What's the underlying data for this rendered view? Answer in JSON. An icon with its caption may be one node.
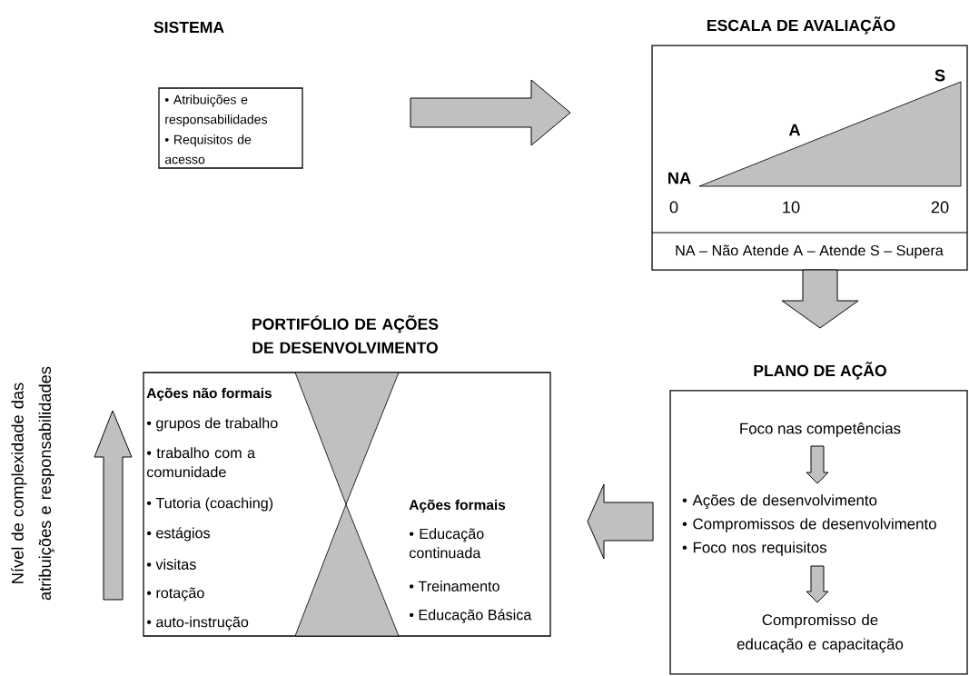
{
  "diagram": {
    "nodes": [
      {
        "text": [
          "SISTEMA",
          "• Atribuições e responsabilidades",
          "• Requisitos de acesso"
        ]
      },
      {
        "text": [
          "ESCALA DE AVALIAÇÃO",
          "S",
          "A",
          "NA",
          "0",
          "10",
          "20",
          "NA – Não Atende A – Atende S – Supera"
        ]
      },
      {
        "text": [
          "PLANO DE AÇÃO"
        ]
      },
      {
        "text": [
          "Foco nas competências"
        ],
        "in": 2
      },
      {
        "text": [
          "• Ações de desenvolvimento",
          "• Compromissos de desenvolvimento",
          "• Foco nos requisitos"
        ],
        "in": 2
      },
      {
        "text": [
          "Compromisso de educação e capacitação"
        ],
        "in": 2
      },
      {
        "text": [
          "PORTIFÓLIO DE AÇÕES DE DESENVOLVIMENTO",
          "Ações não formais",
          "• grupos de trabalho",
          "• trabalho com a comunidade",
          "• Tutoria (coaching)",
          "• estágios",
          "• visitas",
          "• rotação",
          "• auto-instrução",
          "Ações formais",
          "• Educação continuada",
          "• Treinamento",
          "• Educação Básica"
        ]
      }
    ],
    "edges": [
      {
        "from": 0,
        "to": 1,
        "arrow": "to"
      },
      {
        "from": 1,
        "to": 2,
        "arrow": "to"
      },
      {
        "from": 3,
        "to": 4,
        "arrow": "to"
      },
      {
        "from": 4,
        "to": 5,
        "arrow": "to"
      },
      {
        "from": 2,
        "to": 6,
        "arrow": "to"
      }
    ],
    "labels": [
      "Nível de complexidade das atribuições e responsabilidades"
    ]
  }
}
